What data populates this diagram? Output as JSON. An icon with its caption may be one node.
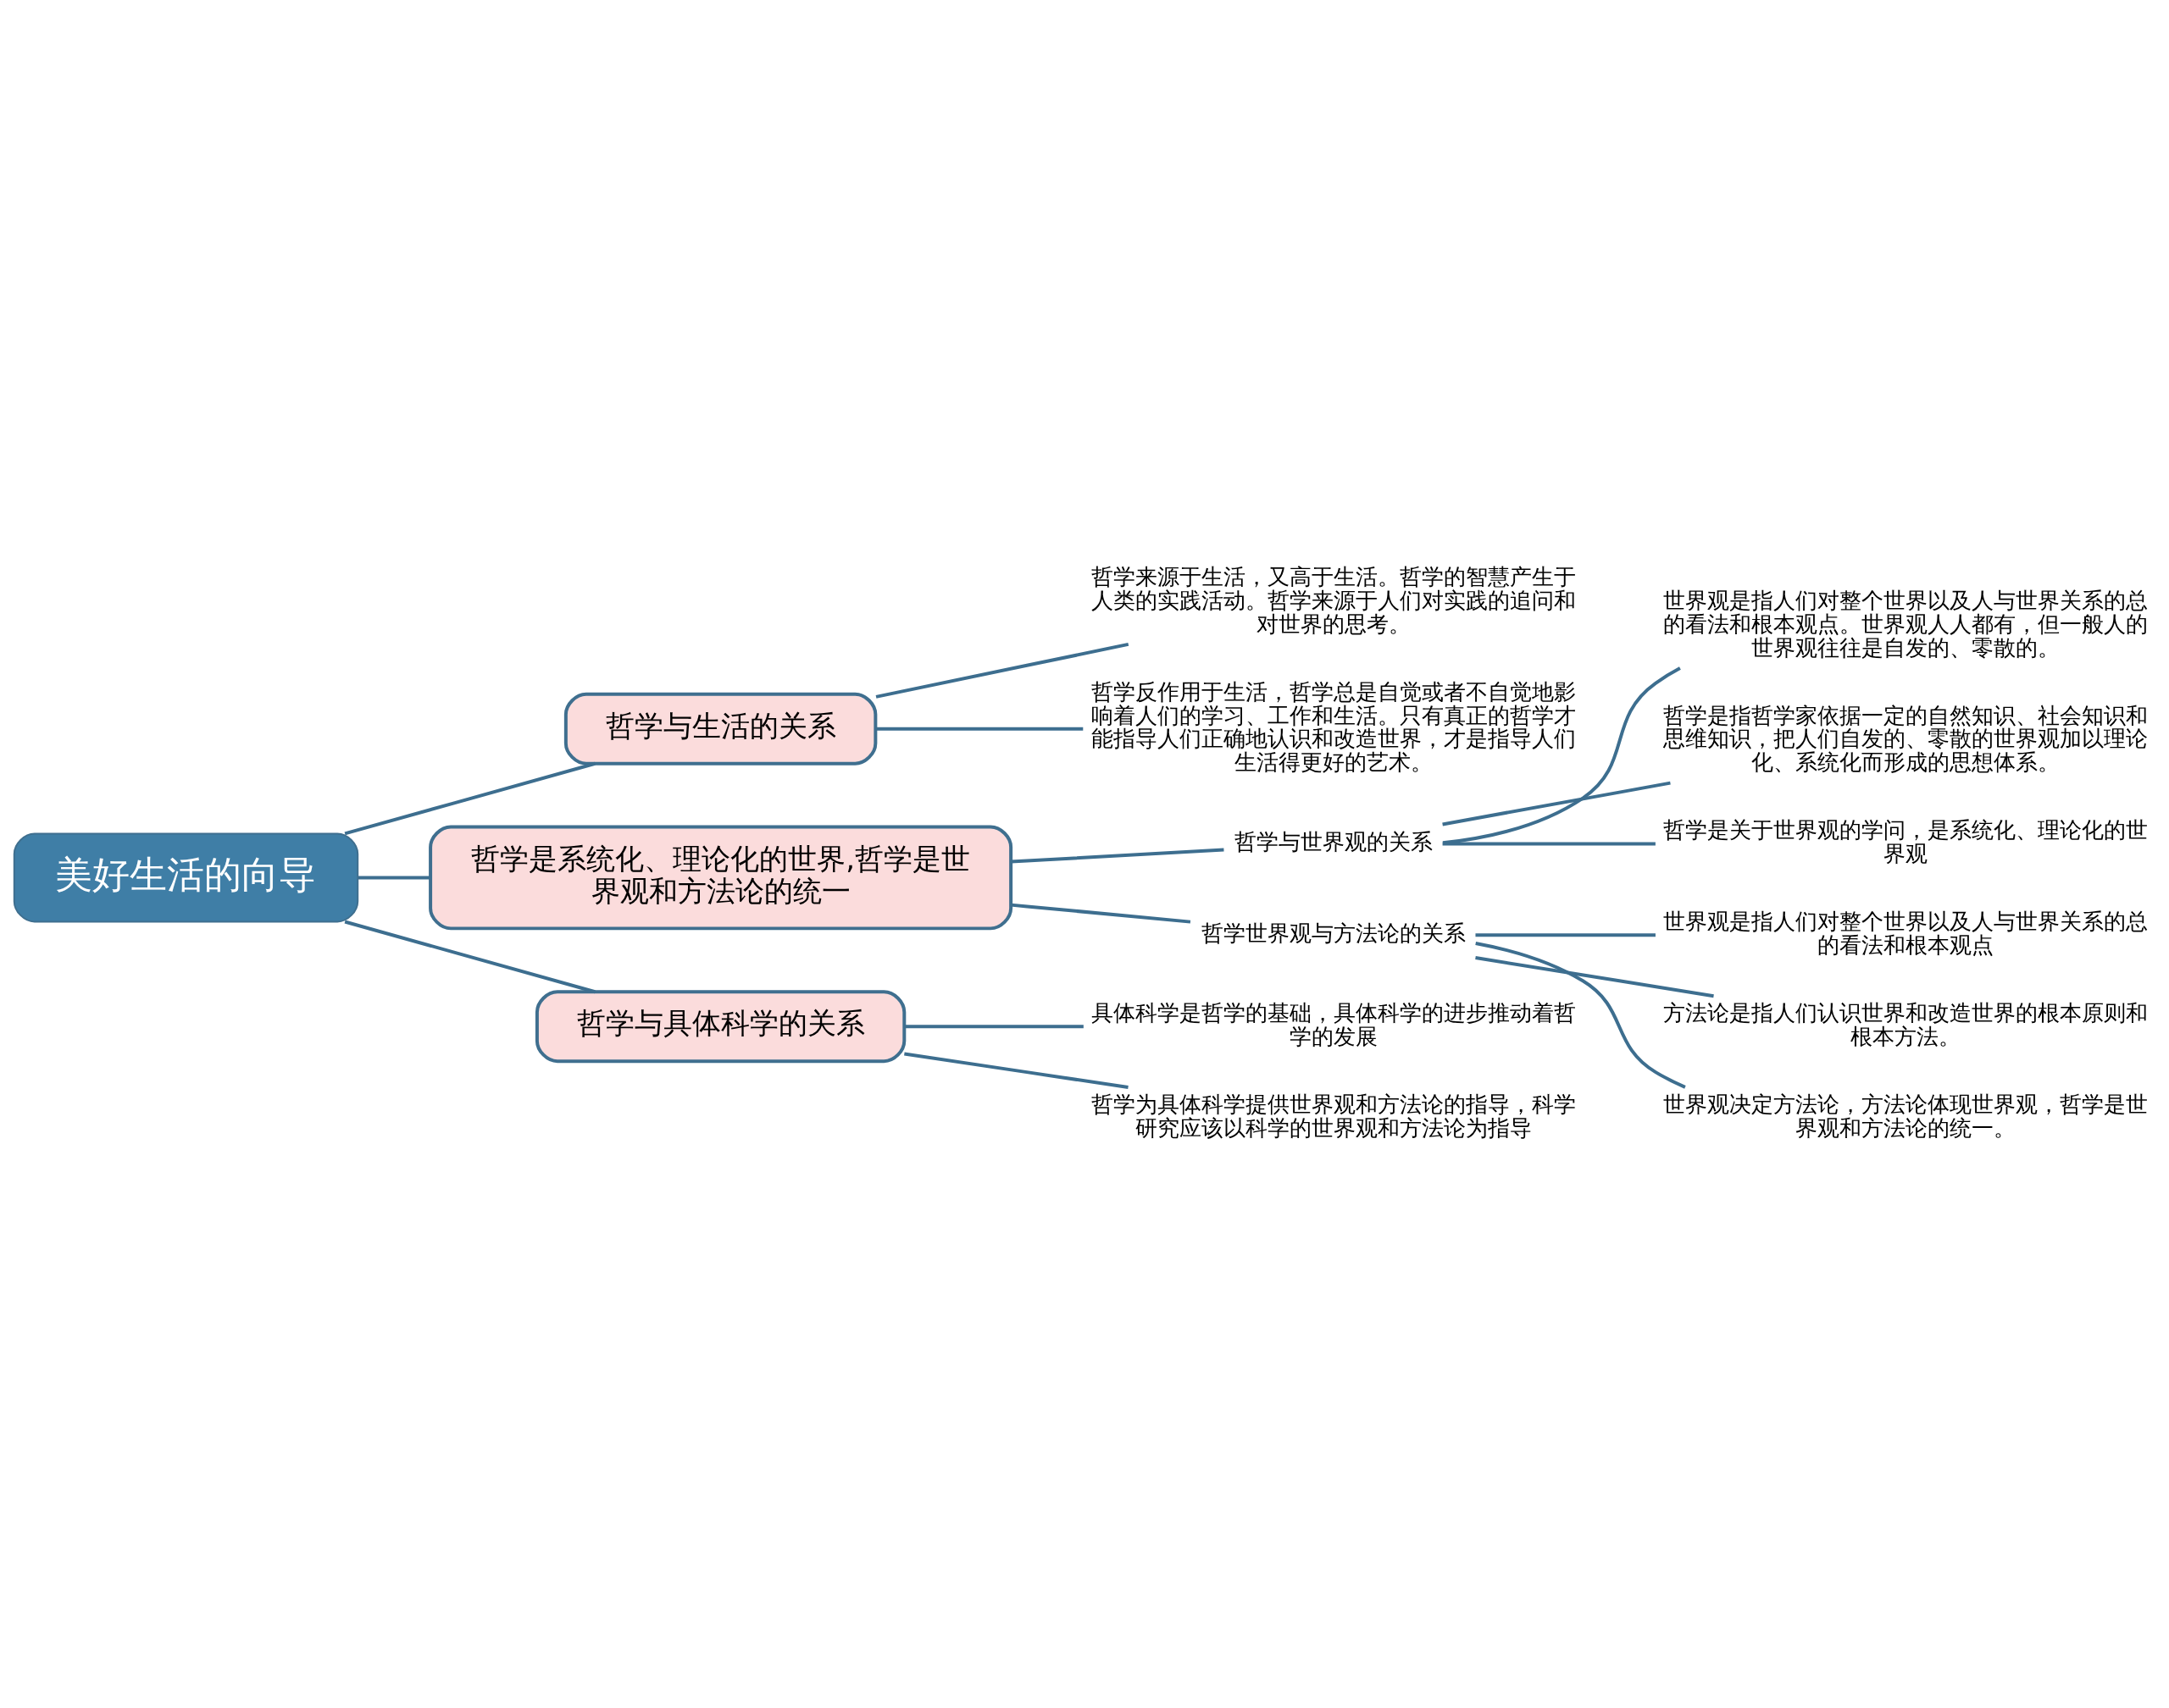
{
  "diagram": {
    "nodes": [
      {
        "text": [
          "美好生活的向导"
        ]
      },
      {
        "text": [
          "哲学与生活的关系"
        ]
      },
      {
        "text": [
          "哲学来源于生活，又高于生活。哲学的智慧产生于人类的实践活动。哲学来源于人们对实践的追问和对世界的思考。"
        ]
      },
      {
        "text": [
          "哲学反作用于生活，哲学总是自觉或者不自觉地影响着人们的学习、工作和生活。只有真正的哲学才能指导人们正确地认识和改造世界，才是指导人们生活得更好的艺术。"
        ]
      },
      {
        "text": [
          "哲学是系统化、理论化的世界,哲学是世界观和方法论的统一"
        ]
      },
      {
        "text": [
          "哲学与世界观的关系"
        ]
      },
      {
        "text": [
          "世界观是指人们对整个世界以及人与世界关系的总的看法和根本观点。世界观人人都有，但一般人的世界观往往是自发的、零散的。"
        ]
      },
      {
        "text": [
          "哲学是指哲学家依据一定的自然知识、社会知识和思维知识，把人们自发的、零散的世界观加以理论化、系统化而形成的思想体系。"
        ]
      },
      {
        "text": [
          "哲学是关于世界观的学问，是系统化、理论化的世界观"
        ]
      },
      {
        "text": [
          "哲学世界观与方法论的关系"
        ]
      },
      {
        "text": [
          "世界观是指人们对整个世界以及人与世界关系的总的看法和根本观点"
        ]
      },
      {
        "text": [
          "方法论是指人们认识世界和改造世界的根本原则和根本方法。"
        ]
      },
      {
        "text": [
          "世界观决定方法论，方法论体现世界观，哲学是世界观和方法论的统一。"
        ]
      },
      {
        "text": [
          "哲学与具体科学的关系"
        ]
      },
      {
        "text": [
          "具体科学是哲学的基础，具体科学的进步推动着哲学的发展"
        ]
      },
      {
        "text": [
          "哲学为具体科学提供世界观和方法论的指导，科学研究应该以科学的世界观和方法论为指导"
        ]
      }
    ],
    "edges": [
      {
        "from": 0,
        "to": 1,
        "arrow": "none"
      },
      {
        "from": 1,
        "to": 2,
        "arrow": "none"
      },
      {
        "from": 1,
        "to": 3,
        "arrow": "none"
      },
      {
        "from": 0,
        "to": 4,
        "arrow": "none"
      },
      {
        "from": 4,
        "to": 5,
        "arrow": "none"
      },
      {
        "from": 5,
        "to": 6,
        "arrow": "none"
      },
      {
        "from": 5,
        "to": 7,
        "arrow": "none"
      },
      {
        "from": 5,
        "to": 8,
        "arrow": "none"
      },
      {
        "from": 4,
        "to": 9,
        "arrow": "none"
      },
      {
        "from": 9,
        "to": 10,
        "arrow": "none"
      },
      {
        "from": 9,
        "to": 11,
        "arrow": "none"
      },
      {
        "from": 9,
        "to": 12,
        "arrow": "none"
      },
      {
        "from": 0,
        "to": 13,
        "arrow": "none"
      },
      {
        "from": 13,
        "to": 14,
        "arrow": "none"
      },
      {
        "from": 13,
        "to": 15,
        "arrow": "none"
      }
    ]
  }
}
